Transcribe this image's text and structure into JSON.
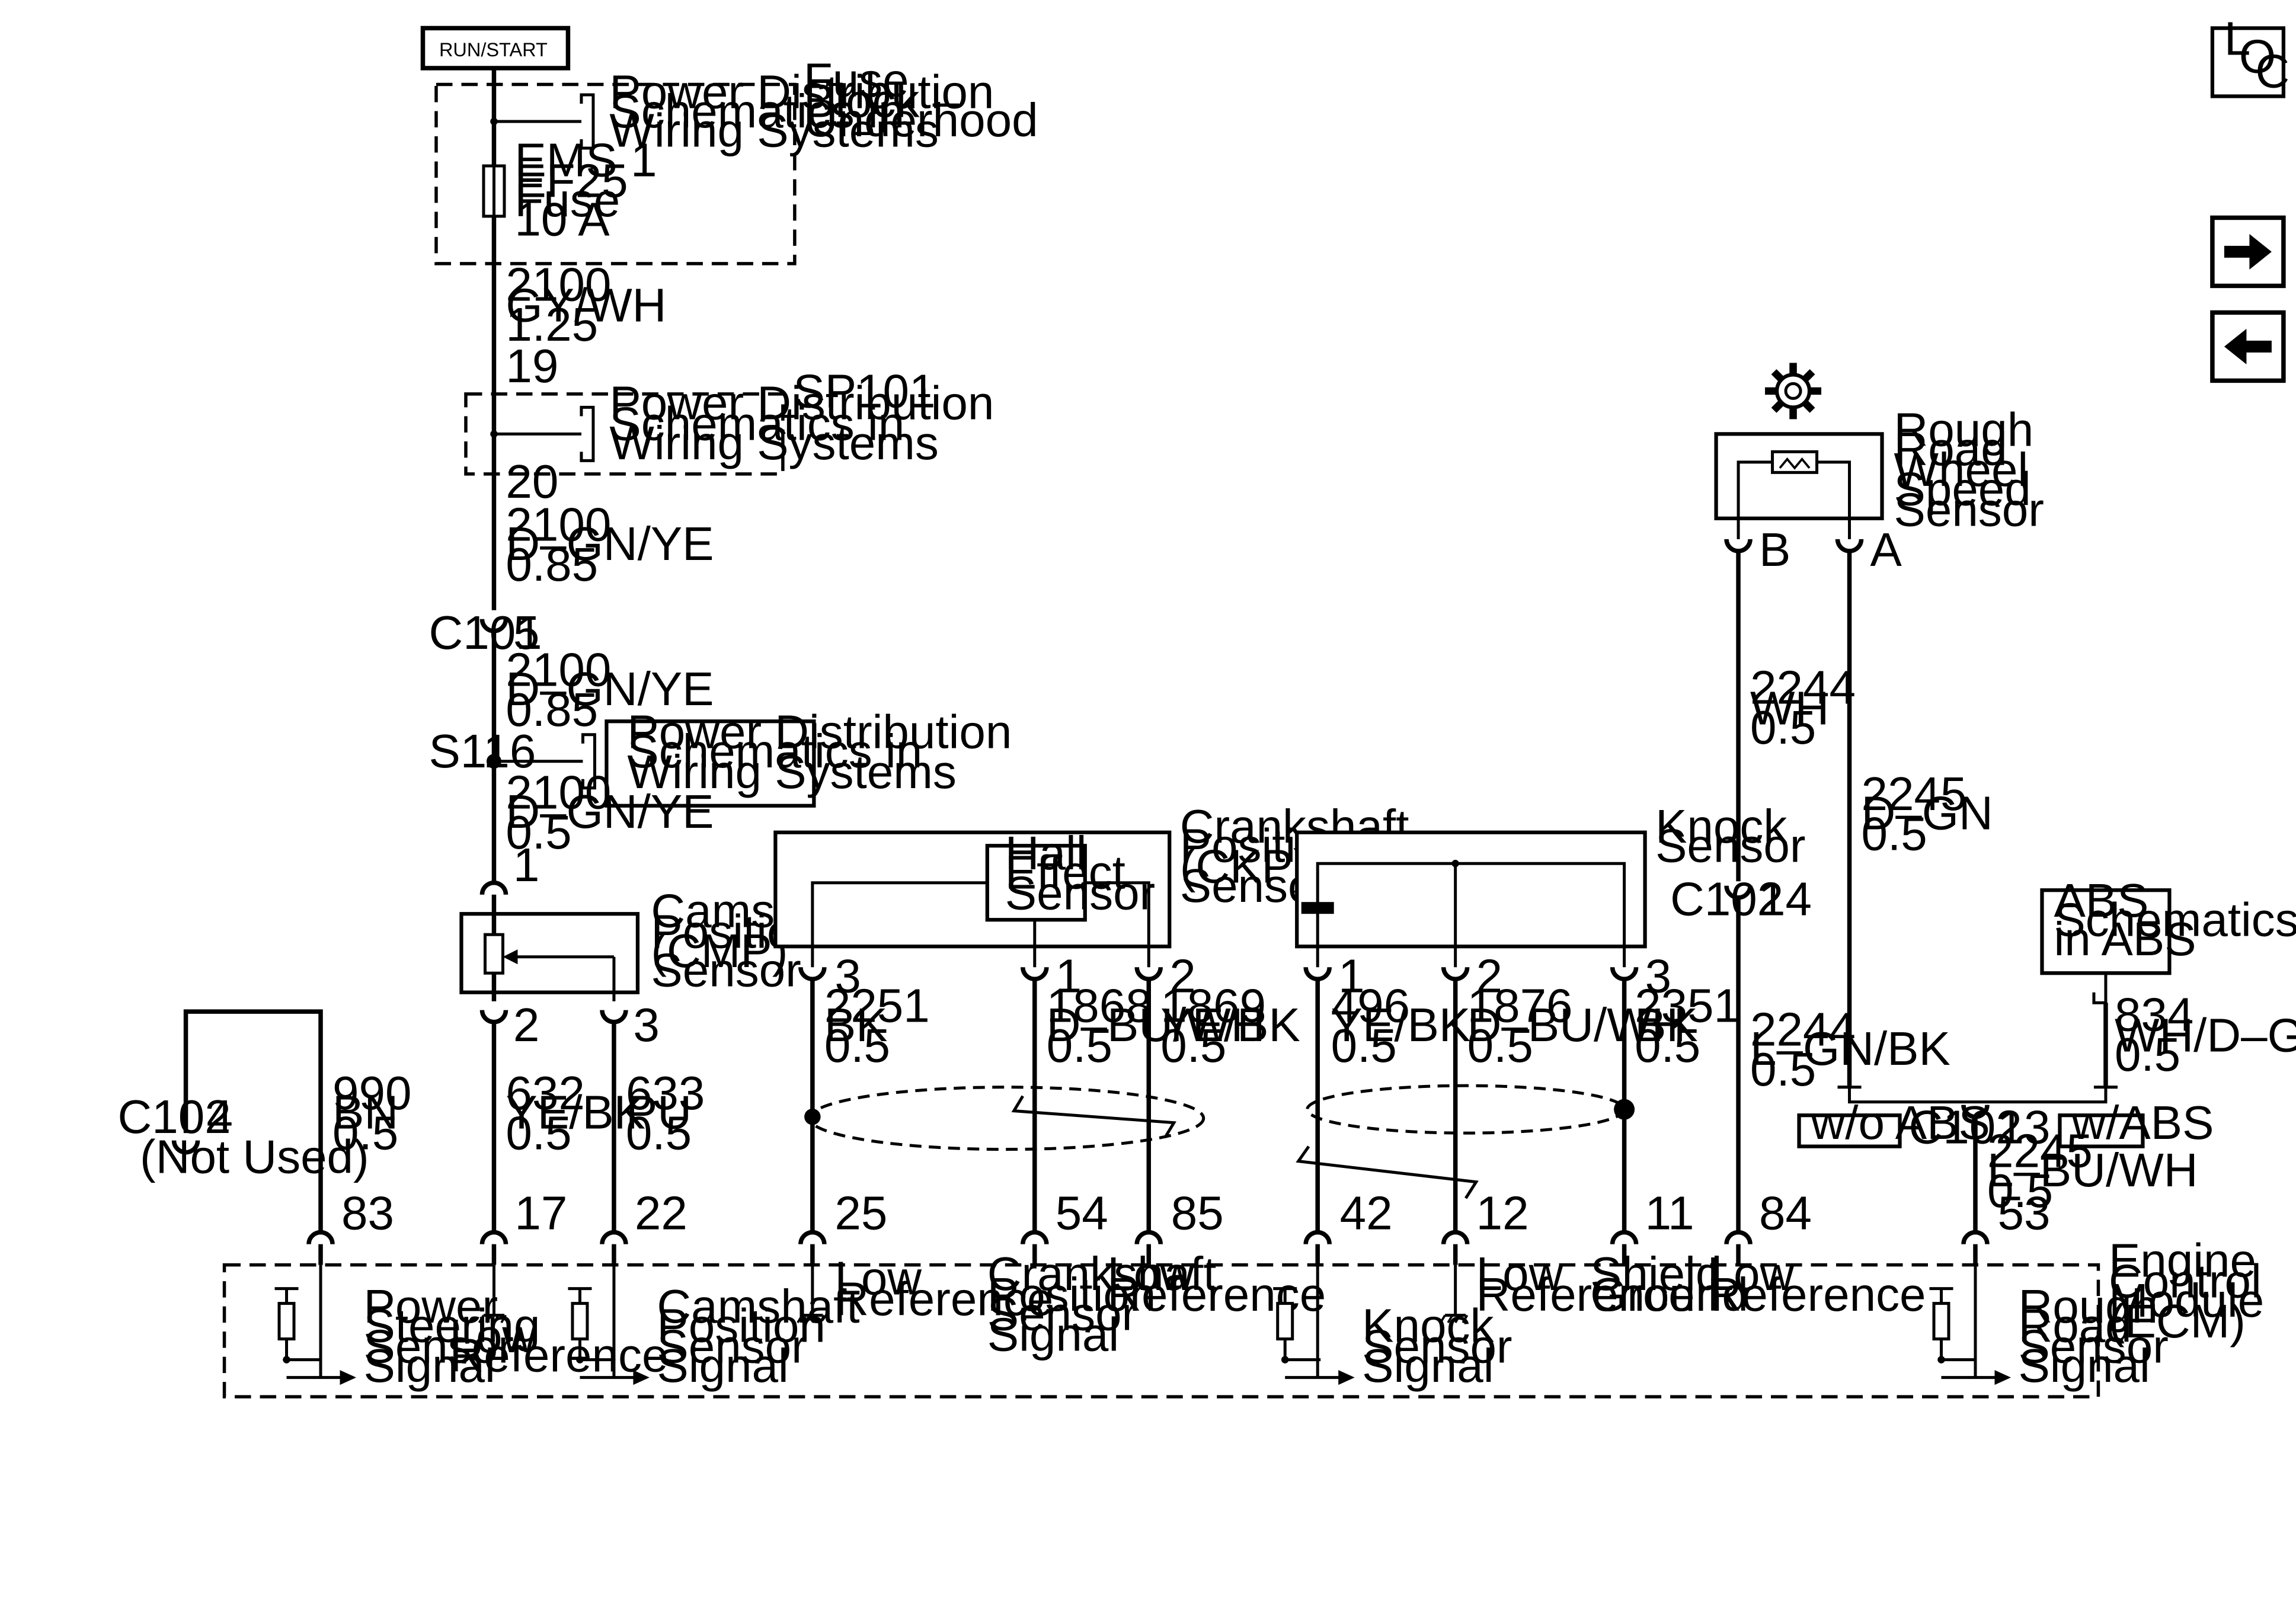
{
  "power_source": "RUN/START",
  "loc_icon": [
    "L",
    "O",
    "C"
  ],
  "nav": {
    "next_icon": "arrow-right-icon",
    "prev_icon": "arrow-left-icon"
  },
  "ref_power_dist": [
    "Power Distribution",
    "Schematics in",
    "Wiring Systems"
  ],
  "ref_abs": [
    "ABS",
    "Schematics",
    "in ABS"
  ],
  "fuse_block": {
    "label": [
      "Fuse",
      "Block –",
      "Underhood"
    ],
    "fuse": [
      "EMS 1",
      "EF25",
      "Fuse",
      "10 A"
    ]
  },
  "splice_pack": {
    "name": "SP101",
    "pin_in": "19",
    "pin_out": "20"
  },
  "c101": {
    "name": "C101",
    "pin": "5"
  },
  "s116": "S116",
  "c102": "C102",
  "wires": {
    "w2100a": [
      "2100",
      "GY/WH",
      "1.25"
    ],
    "w2100b": [
      "2100",
      "D–GN/YE",
      "0.85"
    ],
    "w2100c": [
      "2100",
      "D–GN/YE",
      "0.85"
    ],
    "w2100d": [
      "2100",
      "D–GN/YE",
      "0.5"
    ],
    "w990": [
      "990",
      "BN",
      "0.5"
    ],
    "w632": [
      "632",
      "YE/BK",
      "0.5"
    ],
    "w633": [
      "633",
      "PU",
      "0.5"
    ],
    "w2251": [
      "2251",
      "BK",
      "0.5"
    ],
    "w1868": [
      "1868",
      "D–BU/WH",
      "0.5"
    ],
    "w1869": [
      "1869",
      "YE/BK",
      "0.5"
    ],
    "w496": [
      "496",
      "YE/BK",
      "0.5"
    ],
    "w1876": [
      "1876",
      "D–BU/WH",
      "0.5"
    ],
    "w2351": [
      "2351",
      "BK",
      "0.5"
    ],
    "w2244a": [
      "2244",
      "WH",
      "0.5"
    ],
    "w2244b": [
      "2244",
      "L–GN/BK",
      "0.5"
    ],
    "w2245a": [
      "2245",
      "D–GN",
      "0.5"
    ],
    "w2245b": [
      "2245",
      "L–BU/WH",
      "0.5"
    ],
    "w834": [
      "834",
      "WH/D–GN",
      "0.5"
    ]
  },
  "cmp_sensor": {
    "label": [
      "Camshaft",
      "Position",
      "(CMP)",
      "Sensor"
    ],
    "pins": [
      "1",
      "2",
      "3"
    ]
  },
  "ckp_sensor": {
    "label": [
      "Crankshaft",
      "Position",
      "(CKP)",
      "Sensor"
    ],
    "hall": [
      "Hall",
      "Effect",
      "Sensor"
    ],
    "pins": [
      "3",
      "1",
      "2"
    ]
  },
  "knock_sensor": {
    "label": [
      "Knock",
      "Sensor"
    ],
    "pins": [
      "1",
      "2",
      "3"
    ]
  },
  "rrws_sensor": {
    "label": [
      "Rough",
      "Road",
      "Wheel",
      "Speed",
      "Sensor"
    ],
    "pins": [
      "B",
      "A"
    ],
    "icon": "gear-icon"
  },
  "c102_unused": {
    "pin": "4",
    "note": "(Not Used)"
  },
  "c102_pins": {
    "p14": "14",
    "p13": "13"
  },
  "options": {
    "without_abs": "w/o ABS",
    "with_abs": "w/ABS"
  },
  "ecm": {
    "label": [
      "Engine",
      "Control",
      "Module",
      "(ECM)"
    ],
    "pins": [
      "83",
      "17",
      "22",
      "25",
      "54",
      "85",
      "42",
      "12",
      "11",
      "84",
      "53"
    ],
    "func_ps": [
      "Power",
      "Steering",
      "Sensor",
      "Signal"
    ],
    "func_lowref_cmp": [
      "Low",
      "Reference"
    ],
    "func_cmp": [
      "Camshaft",
      "Position",
      "Sensor",
      "Signal"
    ],
    "func_lowref_25": [
      "Low",
      "Reference"
    ],
    "func_ckp": [
      "Crankshaft",
      "Position",
      "Sensor",
      "Signal"
    ],
    "func_lowref_85": [
      "Low",
      "Reference"
    ],
    "func_knock": [
      "Knock",
      "Sensor",
      "Signal"
    ],
    "func_lowref_12": [
      "Low",
      "Reference"
    ],
    "func_shield": [
      "Shield",
      "Ground"
    ],
    "func_lowref_84": [
      "Low",
      "Reference"
    ],
    "func_rr": [
      "Rough",
      "Road",
      "Sensor",
      "Signal"
    ]
  }
}
